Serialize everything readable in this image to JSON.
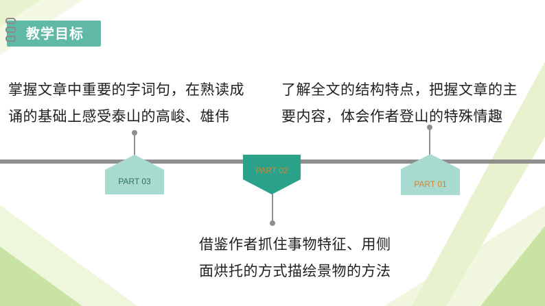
{
  "header": {
    "title": "教学目标"
  },
  "goals": {
    "top_left": [
      "掌握文章中重要的字词句，在熟读成",
      "诵的基础上感受泰山的高峻、雄伟"
    ],
    "top_right": [
      "了解全文的结构特点，把握文章的主",
      "要内容，体会作者登山的特殊情趣"
    ],
    "bottom": [
      "借鉴作者抓住事物特征、用侧",
      "面烘托的方式描绘景物的方法"
    ]
  },
  "markers": {
    "part03": "PART 03",
    "part02": "PART 02",
    "part01": "PART 01"
  },
  "colors": {
    "accent_green": "#5fb9a6",
    "marker_light": "#a9dacf",
    "marker_dark": "#2aa189",
    "part_text": "#d9832f",
    "line_gray": "#8e8e8e",
    "deco_lime": "#e8f2cf"
  }
}
